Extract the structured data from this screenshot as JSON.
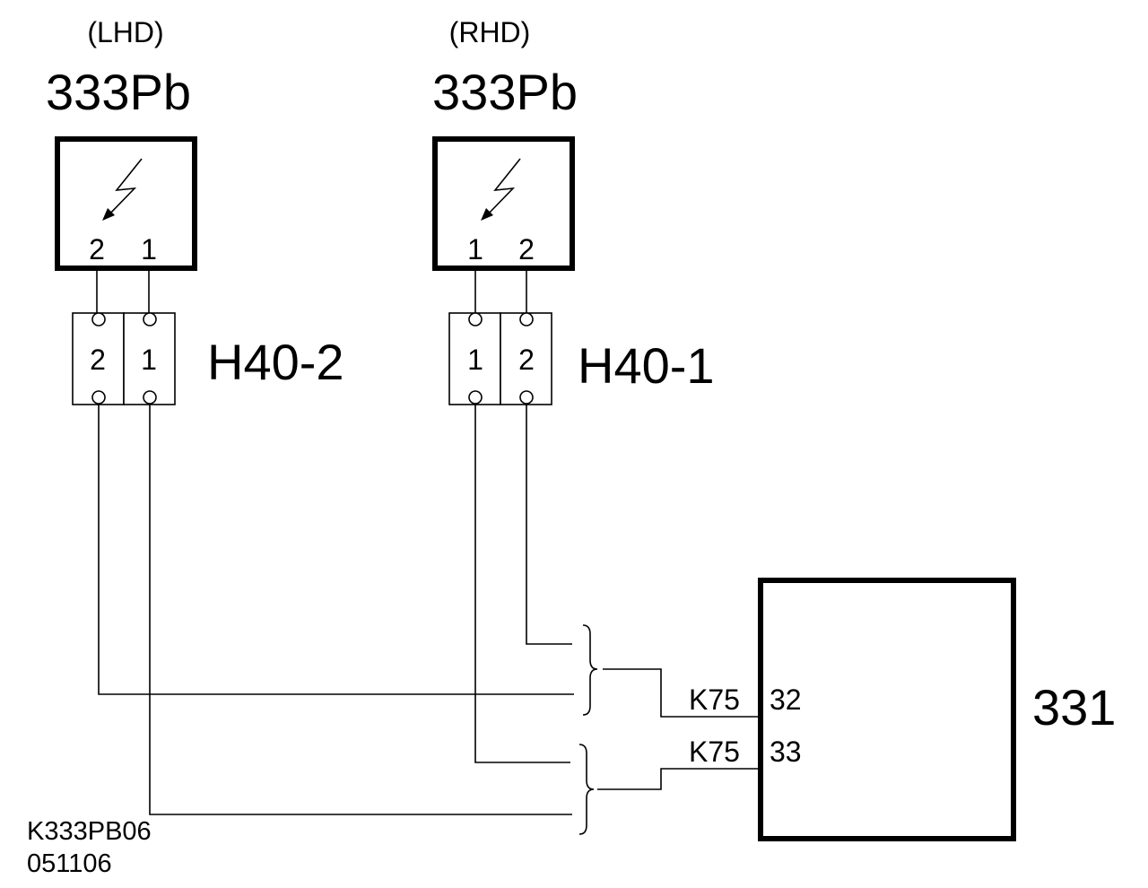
{
  "left_sensor": {
    "variant": "(LHD)",
    "name": "333Pb",
    "pins": [
      "2",
      "1"
    ]
  },
  "right_sensor": {
    "variant": "(RHD)",
    "name": "333Pb",
    "pins": [
      "1",
      "2"
    ]
  },
  "left_connector": {
    "name": "H40-2",
    "pins": [
      "2",
      "1"
    ]
  },
  "right_connector": {
    "name": "H40-1",
    "pins": [
      "1",
      "2"
    ]
  },
  "control_unit": {
    "name": "331",
    "terminals": [
      {
        "connector": "K75",
        "pin": "32"
      },
      {
        "connector": "K75",
        "pin": "33"
      }
    ]
  },
  "footer": {
    "drawing_id": "K333PB06",
    "date_code": "051106"
  }
}
